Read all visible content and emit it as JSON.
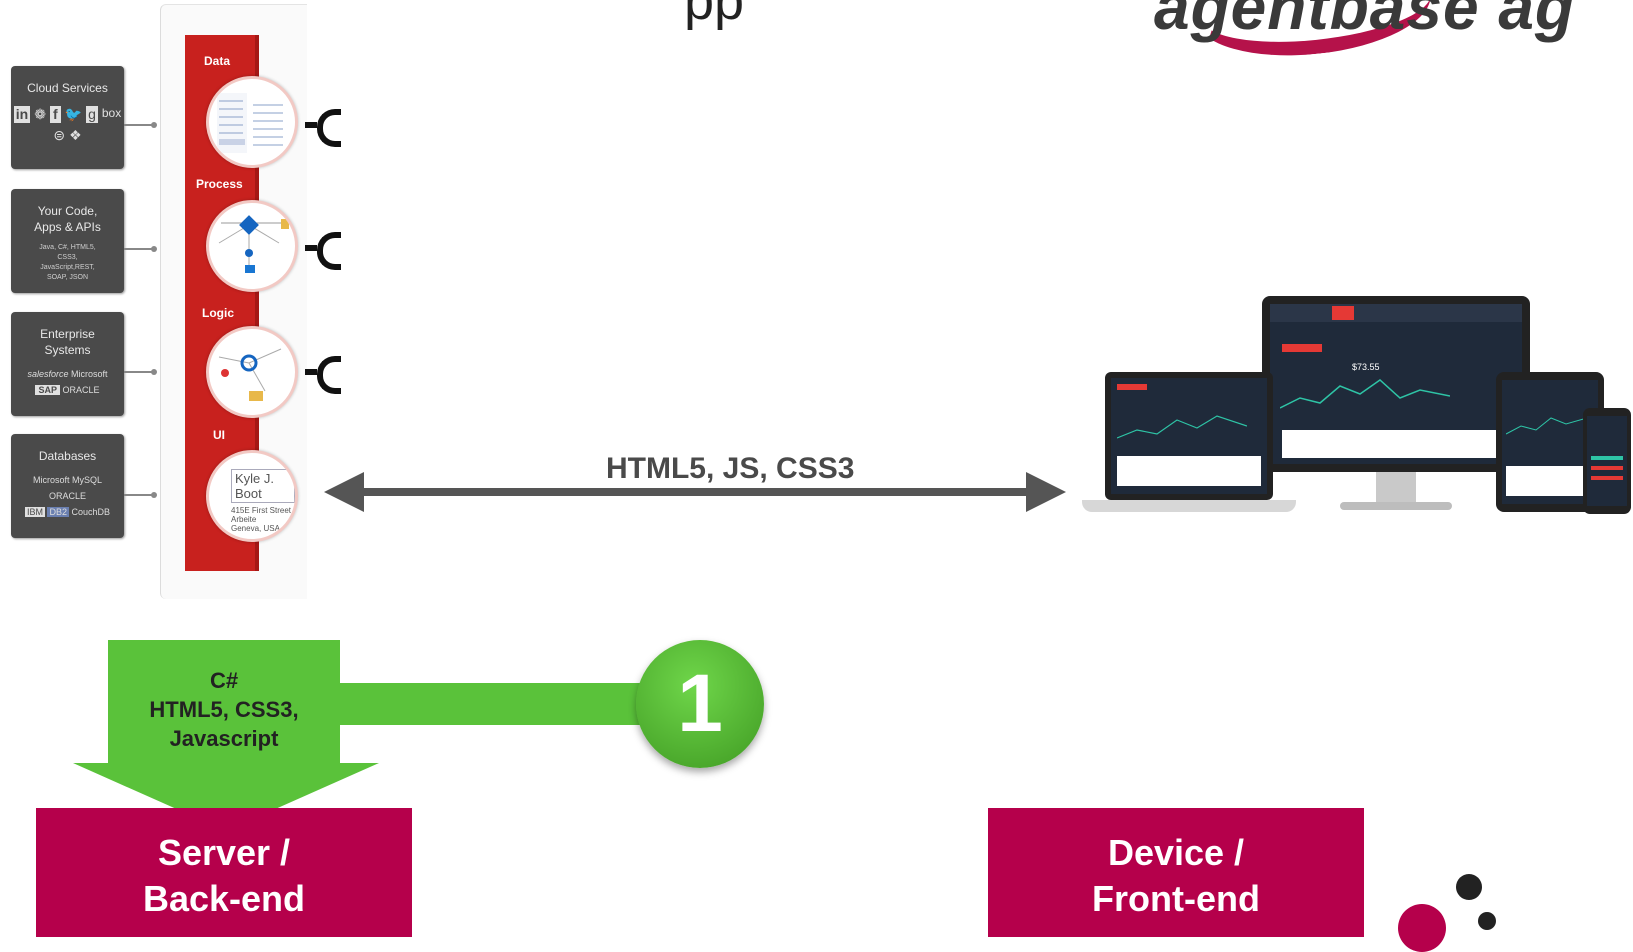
{
  "header": {
    "title_fragment": "pp",
    "logo_text": "agentbase ag"
  },
  "sources": [
    {
      "title": "Cloud Services",
      "subtitle": ""
    },
    {
      "title": "Your Code, Apps & APIs",
      "subtitle": "Java, C#, HTML5, CSS3, JavaScript,REST, SOAP, JSON"
    },
    {
      "title": "Enterprise Systems",
      "subtitle": ""
    },
    {
      "title": "Databases",
      "subtitle": ""
    }
  ],
  "source_logos": {
    "cloud": [
      "in",
      "❁",
      "f",
      "🐦",
      "g",
      "box",
      "⊜",
      "❖"
    ],
    "enterprise": [
      "salesforce",
      "Microsoft",
      "SAP",
      "ORACLE"
    ],
    "databases": [
      "Microsoft",
      "MySQL",
      "ORACLE",
      "IBM",
      "DB2",
      "CouchDB"
    ]
  },
  "sections": [
    {
      "label": "Data"
    },
    {
      "label": "Process"
    },
    {
      "label": "Logic"
    },
    {
      "label": "UI"
    }
  ],
  "ui_card": {
    "name": "Kyle J. Boot",
    "addr1": "415E First Street",
    "addr2": "Arbeite",
    "addr3": "Geneva, USA"
  },
  "arrow": {
    "label": "HTML5, JS, CSS3"
  },
  "green": {
    "lines": [
      "C#",
      "HTML5, CSS3,",
      "Javascript"
    ],
    "badge": "1"
  },
  "boxes": {
    "server": [
      "Server /",
      "Back-end"
    ],
    "device": [
      "Device /",
      "Front-end"
    ]
  },
  "dashboard": {
    "value": "$73.55"
  },
  "colors": {
    "brand": "#b5004b",
    "green": "#5ac23a",
    "red": "#c8211e",
    "arrow": "#555555"
  }
}
